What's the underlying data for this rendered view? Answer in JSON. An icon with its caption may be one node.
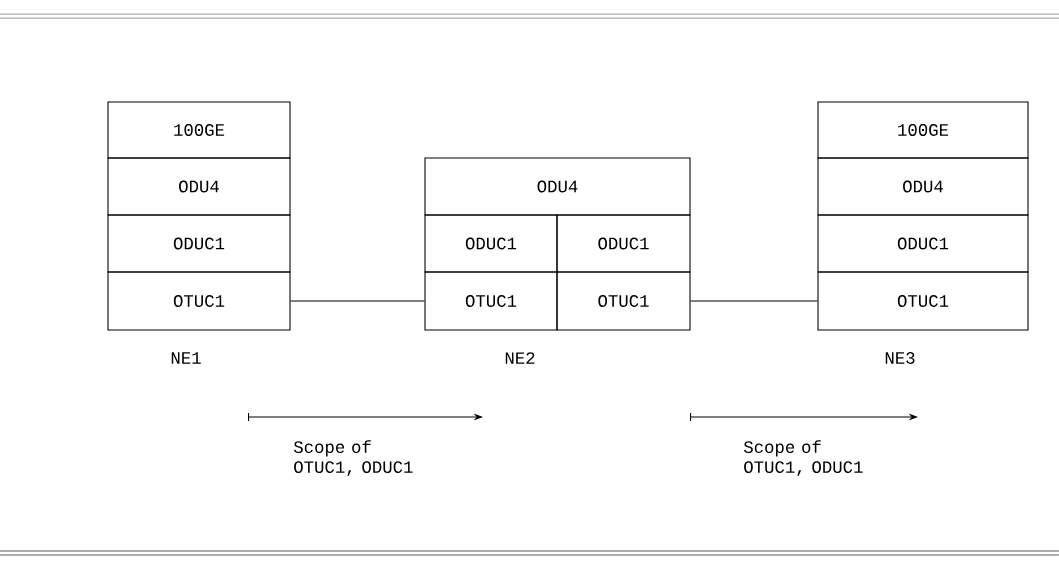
{
  "diagram": {
    "nodes": [
      {
        "text": [
          "100GE"
        ]
      },
      {
        "text": [
          "ODU4"
        ]
      },
      {
        "text": [
          "ODUC1"
        ]
      },
      {
        "text": [
          "OTUC1"
        ]
      },
      {
        "text": [
          "ODU4"
        ]
      },
      {
        "text": [
          "ODUC1"
        ]
      },
      {
        "text": [
          "ODUC1"
        ]
      },
      {
        "text": [
          "OTUC1"
        ]
      },
      {
        "text": [
          "OTUC1"
        ]
      },
      {
        "text": [
          "100GE"
        ]
      },
      {
        "text": [
          "ODU4"
        ]
      },
      {
        "text": [
          "ODUC1"
        ]
      },
      {
        "text": [
          "OTUC1"
        ]
      }
    ],
    "edges": [
      {
        "from": 3,
        "to": 7,
        "arrow": "none"
      },
      {
        "from": 8,
        "to": 12,
        "arrow": "none"
      }
    ],
    "labels": [
      "NE1",
      "NE2",
      "NE3",
      "Scope of OTUC1, ODUC1",
      "Scope of OTUC1, ODUC1"
    ]
  }
}
